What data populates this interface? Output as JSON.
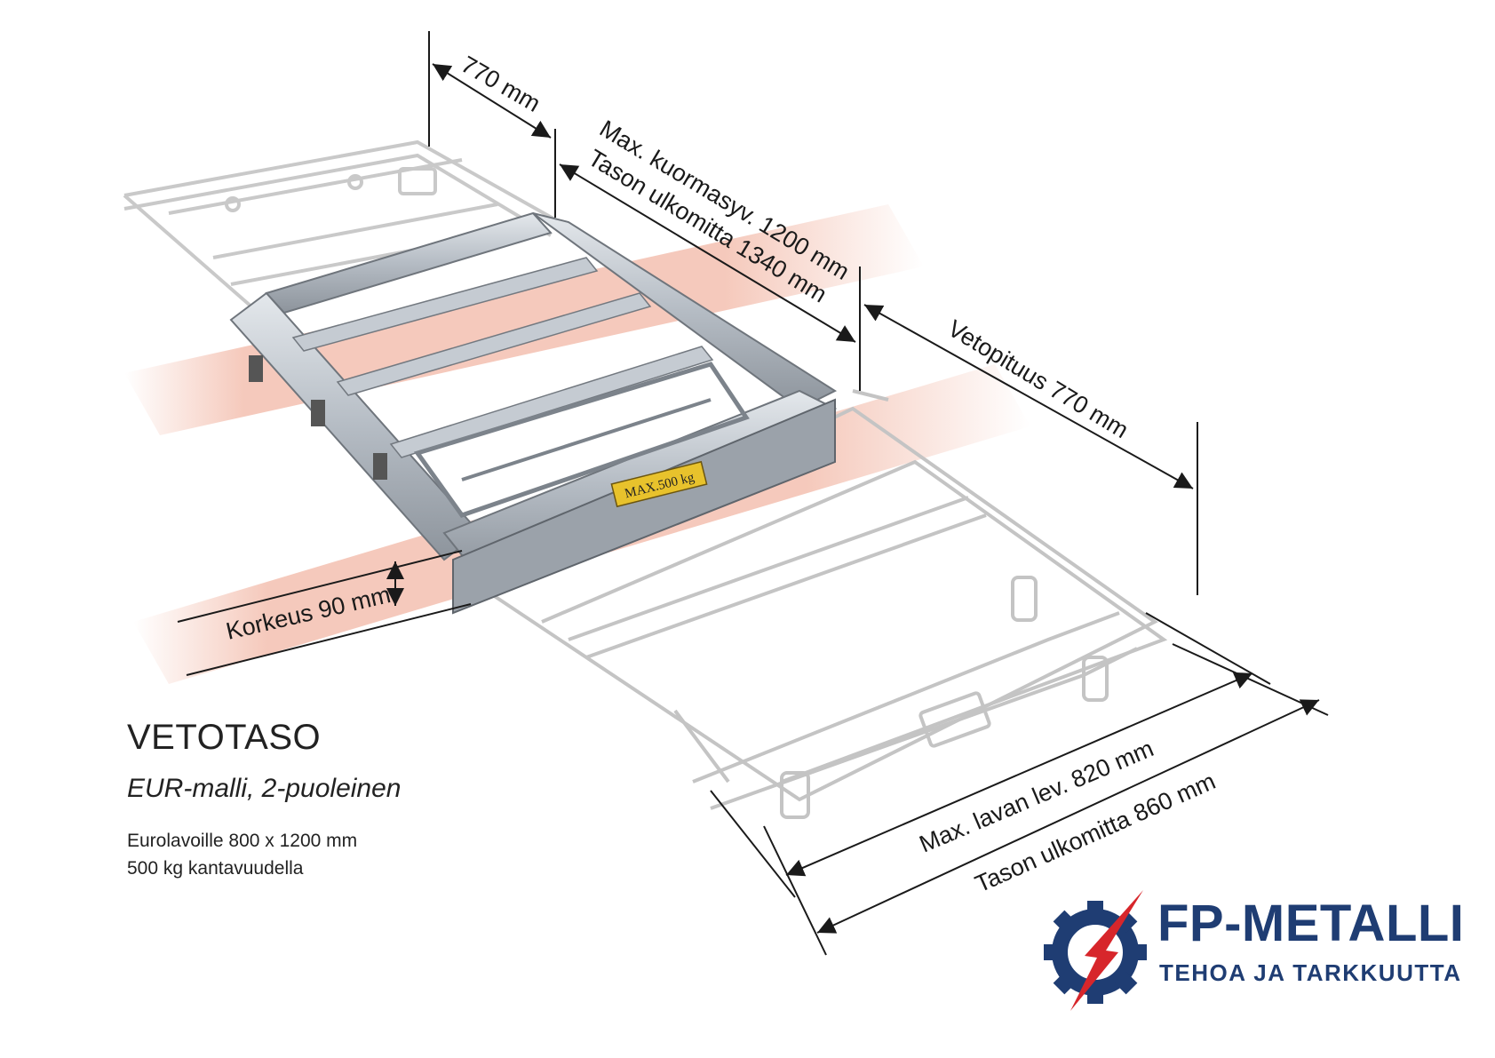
{
  "dimensions": {
    "width_770": "770 mm",
    "depth_max": "Max. kuormasyv. 1200 mm",
    "depth_outer": "Tason ulkomitta 1340 mm",
    "pull_length": "Vetopituus 770 mm",
    "height": "Korkeus 90 mm",
    "pallet_width": "Max. lavan lev. 820 mm",
    "outer_width": "Tason ulkomitta 860 mm"
  },
  "load_plate": "MAX.500 kg",
  "product": {
    "title": "VETOTASO",
    "subtitle": "EUR-malli, 2-puoleinen",
    "desc_line1": "Eurolavoille 800 x 1200 mm",
    "desc_line2": "500 kg kantavuudella"
  },
  "logo": {
    "name": "FP-METALLI",
    "tagline": "TEHOA JA TARKKUUTTA",
    "colors": {
      "primary": "#1f3d73",
      "accent": "#d7262b"
    }
  },
  "colors": {
    "rail": "#f4c3b4",
    "metal": "#b8bec6",
    "ghost": "#c9c9c9",
    "dim_line": "#1a1a1a",
    "plate": "#e8c22c"
  }
}
